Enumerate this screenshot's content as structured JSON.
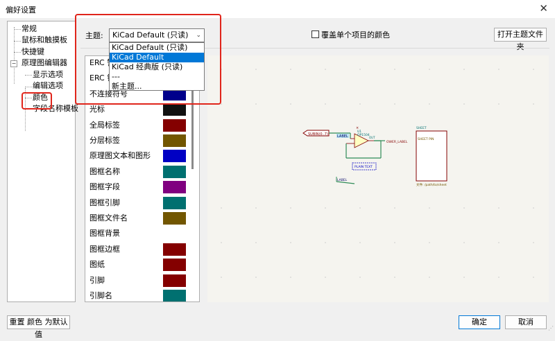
{
  "window": {
    "title": "偏好设置",
    "close_glyph": "✕"
  },
  "tree": {
    "items": [
      {
        "label": "常规"
      },
      {
        "label": "鼠标和触摸板"
      },
      {
        "label": "快捷键"
      },
      {
        "label": "原理图编辑器"
      },
      {
        "label": "显示选项"
      },
      {
        "label": "编辑选项"
      },
      {
        "label": "颜色",
        "selected": true
      },
      {
        "label": "字段名称模板"
      }
    ],
    "toggle_glyph": "−"
  },
  "theme": {
    "label": "主题:",
    "selected": "KiCad Default (只读)",
    "arrow_glyph": "⌄",
    "options": [
      {
        "label": "KiCad Default (只读)"
      },
      {
        "label": "KiCad Default",
        "highlighted": true
      },
      {
        "label": "KiCad 经典版 (只读)"
      },
      {
        "label": "---"
      },
      {
        "label": "新主题..."
      }
    ]
  },
  "override": {
    "label": "覆盖单个项目的颜色",
    "checked": false
  },
  "open_theme_folder": "打开主题文件夹",
  "colors": {
    "items": [
      {
        "label": "ERC 警告",
        "color": ""
      },
      {
        "label": "ERC 错误",
        "color": ""
      },
      {
        "label": "不连接符号",
        "color": "#00008b"
      },
      {
        "label": "光标",
        "color": "#111111"
      },
      {
        "label": "全局标签",
        "color": "#840000"
      },
      {
        "label": "分层标签",
        "color": "#725600"
      },
      {
        "label": "原理图文本和图形",
        "color": "#0000c4"
      },
      {
        "label": "图框名称",
        "color": "#007070"
      },
      {
        "label": "图框字段",
        "color": "#800080"
      },
      {
        "label": "图框引脚",
        "color": "#007070"
      },
      {
        "label": "图框文件名",
        "color": "#725600"
      },
      {
        "label": "图框背景",
        "color": ""
      },
      {
        "label": "图框边框",
        "color": "#840000"
      },
      {
        "label": "图纸",
        "color": "#840000"
      },
      {
        "label": "引脚",
        "color": "#840000"
      },
      {
        "label": "引脚名",
        "color": "#007070"
      }
    ]
  },
  "preview": {
    "global_label": "SUBIN(0..7)",
    "local_label": "LABEL",
    "ref": "U1",
    "value": "OP1504",
    "pin_name": "OUT",
    "net_label": "OWER_LABEL",
    "plain_text": "PLAIN TEXT",
    "local_label_2": "LABEL",
    "sheet_name": "SHEET",
    "sheet_pin": "SHEET PIN",
    "sheet_file": "文件: /path/to/sheet"
  },
  "buttons": {
    "reset": "重置 颜色 为默认值",
    "ok": "确定",
    "cancel": "取消"
  }
}
